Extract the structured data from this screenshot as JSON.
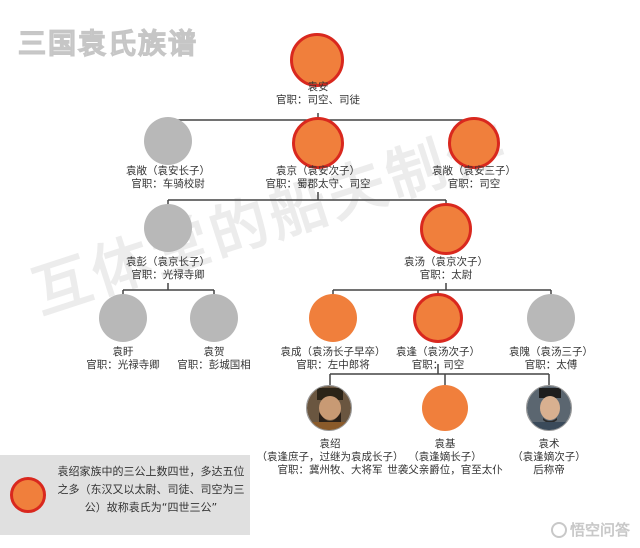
{
  "title": "三国袁氏族谱",
  "watermark": "互体堂的船夫制作",
  "colors": {
    "orange": "#f07f3c",
    "ring": "#d9281e",
    "gray": "#b8b8b8",
    "line": "#444444"
  },
  "nodes": {
    "yuanan": {
      "name": "袁安",
      "office": "官职：司空、司徒"
    },
    "yuanchang": {
      "name": "袁敞（袁安长子）",
      "office": "官职：车骑校尉"
    },
    "yuanjing": {
      "name": "袁京（袁安次子）",
      "office": "官职：蜀郡太守、司空"
    },
    "yuansan": {
      "name": "袁敞（袁安三子）",
      "office": "官职：司空"
    },
    "yuanpeng": {
      "name": "袁彭（袁京长子）",
      "office": "官职：光禄寺卿"
    },
    "yuantang": {
      "name": "袁汤（袁京次子）",
      "office": "官职：太尉"
    },
    "yuanxu": {
      "name": "袁盱",
      "office": "官职：光禄寺卿"
    },
    "yuanhe": {
      "name": "袁贺",
      "office": "官职：彭城国相"
    },
    "yuancheng": {
      "name": "袁成（袁汤长子早卒）",
      "office": "官职：左中郎将"
    },
    "yuanfeng": {
      "name": "袁逢（袁汤次子）",
      "office": "官职：司空"
    },
    "yuanwei": {
      "name": "袁隗（袁汤三子）",
      "office": "官职：太傅"
    },
    "yuanshao": {
      "name": "袁绍",
      "relation": "（袁逢庶子，过继为袁成长子）",
      "office": "官职：冀州牧、大将军"
    },
    "yuanji": {
      "name": "袁基",
      "relation": "（袁逢嫡长子）",
      "office": "世袭父亲爵位，官至太仆"
    },
    "yuanshu": {
      "name": "袁术",
      "relation": "（袁逢嫡次子）",
      "office": "后称帝"
    }
  },
  "legend": {
    "text": "袁绍家族中的三公上数四世，多达五位之多（东汉又以太尉、司徒、司空为三公）故称袁氏为“四世三公”"
  },
  "brand": {
    "icon": "q-icon",
    "text": "悟空问答"
  }
}
